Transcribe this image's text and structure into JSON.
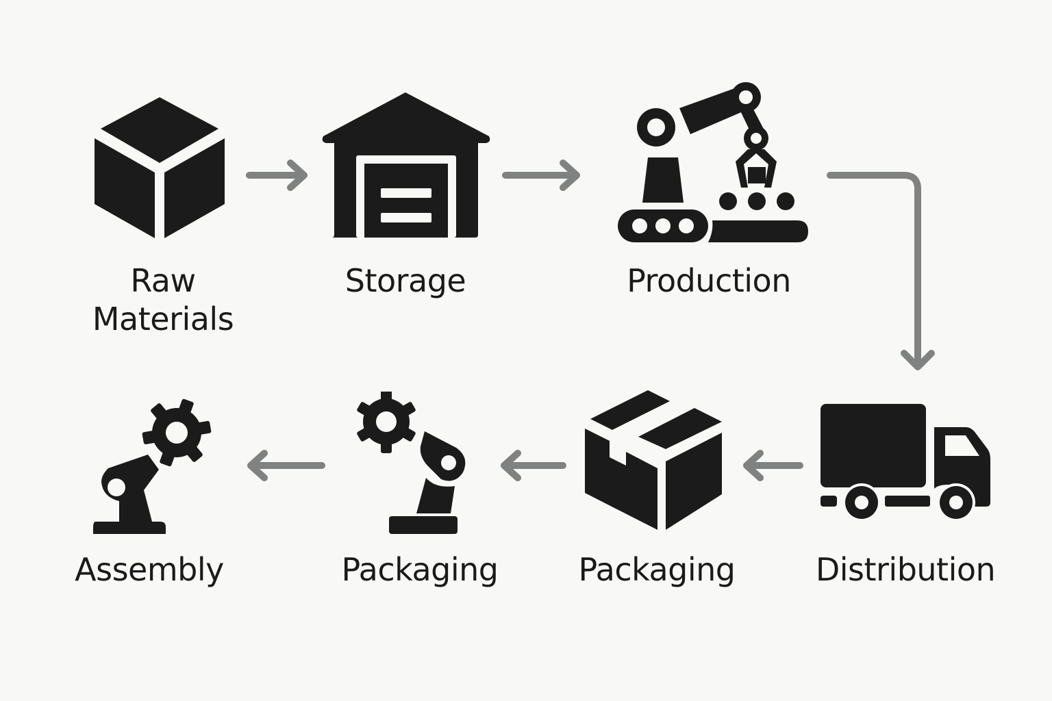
{
  "diagram": {
    "type": "process-flow",
    "colors": {
      "background": "#f8f8f6",
      "icon": "#1b1b1b",
      "arrow": "#808282",
      "text": "#1a1a1a"
    },
    "steps": [
      {
        "id": 1,
        "label": "Raw\nMaterials",
        "icon": "cube-icon"
      },
      {
        "id": 2,
        "label": "Storage",
        "icon": "warehouse-icon"
      },
      {
        "id": 3,
        "label": "Production",
        "icon": "robotic-arm-conveyor-icon"
      },
      {
        "id": 4,
        "label": "Distribution",
        "icon": "delivery-truck-icon"
      },
      {
        "id": 5,
        "label": "Packaging",
        "icon": "package-box-icon"
      },
      {
        "id": 6,
        "label": "Packaging",
        "icon": "robot-arm-gear-icon"
      },
      {
        "id": 7,
        "label": "Assembly",
        "icon": "robot-arm-gear-icon"
      }
    ],
    "connections": [
      {
        "from": 1,
        "to": 2,
        "direction": "right"
      },
      {
        "from": 2,
        "to": 3,
        "direction": "right"
      },
      {
        "from": 3,
        "to": 4,
        "direction": "right-then-down"
      },
      {
        "from": 4,
        "to": 5,
        "direction": "left"
      },
      {
        "from": 5,
        "to": 6,
        "direction": "left"
      },
      {
        "from": 6,
        "to": 7,
        "direction": "left"
      }
    ]
  }
}
